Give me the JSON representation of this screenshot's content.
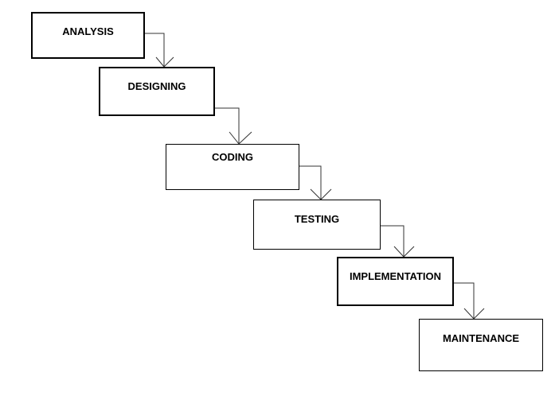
{
  "diagram": {
    "stages": [
      {
        "id": "analysis",
        "label": "ANALYSIS"
      },
      {
        "id": "designing",
        "label": "DESIGNING"
      },
      {
        "id": "coding",
        "label": "CODING"
      },
      {
        "id": "testing",
        "label": "TESTING"
      },
      {
        "id": "implementation",
        "label": "IMPLEMENTATION"
      },
      {
        "id": "maintenance",
        "label": "MAINTENANCE"
      }
    ],
    "flow": [
      {
        "from": "analysis",
        "to": "designing"
      },
      {
        "from": "designing",
        "to": "coding"
      },
      {
        "from": "coding",
        "to": "testing"
      },
      {
        "from": "testing",
        "to": "implementation"
      },
      {
        "from": "implementation",
        "to": "maintenance"
      }
    ]
  }
}
